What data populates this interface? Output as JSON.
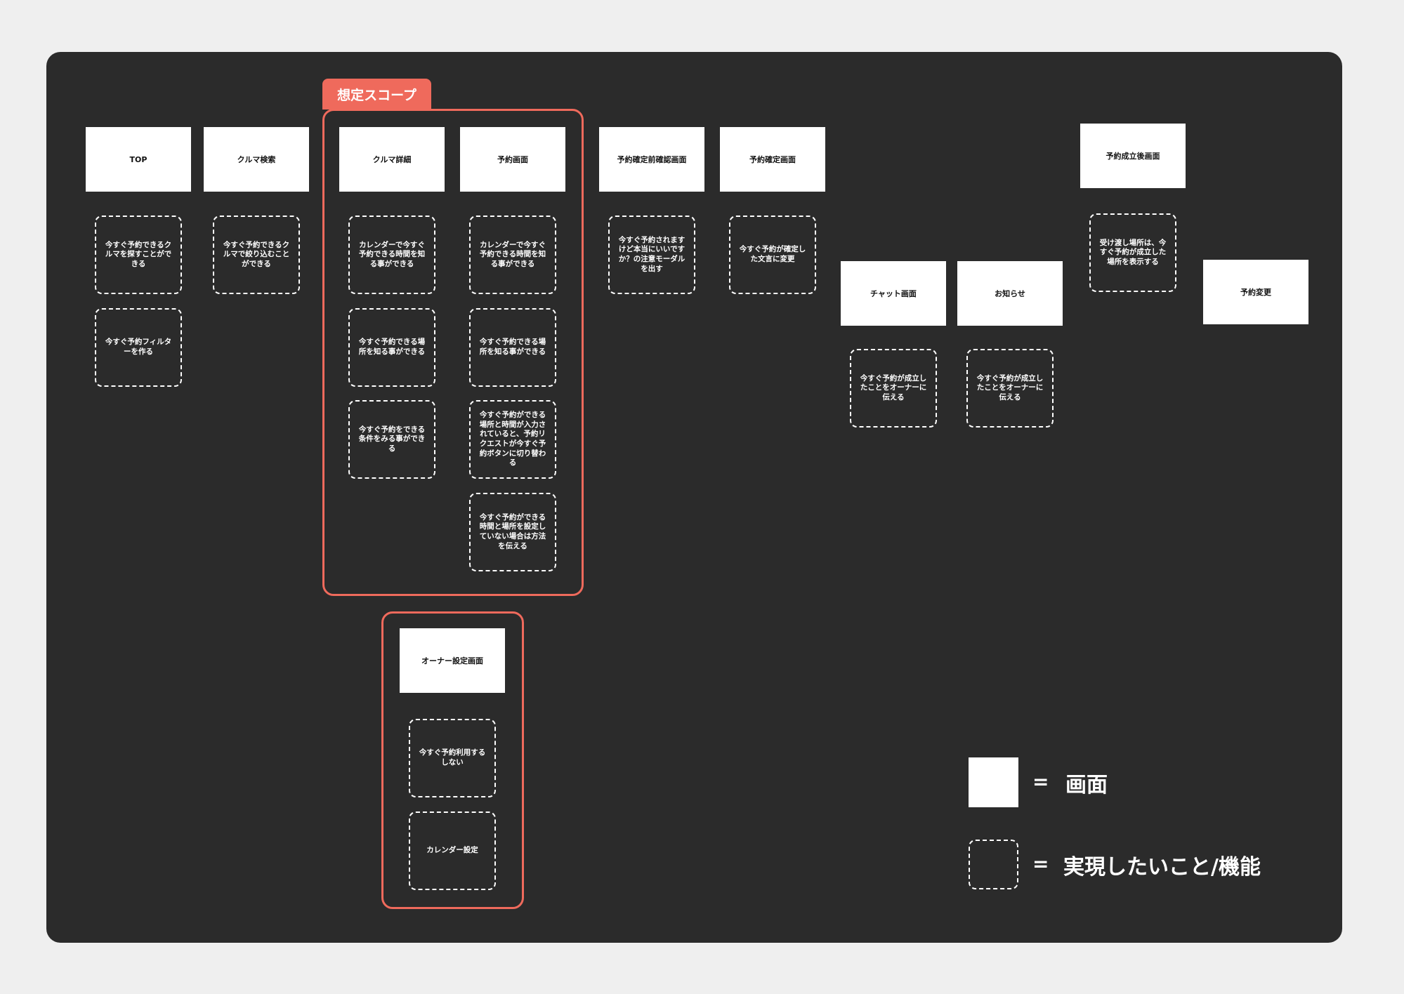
{
  "scope_label": "想定スコープ",
  "screens": {
    "top": "TOP",
    "car_search": "クルマ検索",
    "car_detail": "クルマ詳細",
    "reservation": "予約画面",
    "pre_confirm": "予約確定前確認画面",
    "confirm": "予約確定画面",
    "chat": "チャット画面",
    "notice": "お知らせ",
    "after_success": "予約成立後画面",
    "change": "予約変更",
    "owner_settings": "オーナー設定画面"
  },
  "features": {
    "top_1": "今すぐ予約できるクルマを探すことができる",
    "top_2": "今すぐ予約フィルターを作る",
    "search_1": "今すぐ予約できるクルマで絞り込むことができる",
    "detail_1": "カレンダーで今すぐ予約できる時間を知る事ができる",
    "detail_2": "今すぐ予約できる場所を知る事ができる",
    "detail_3": "今すぐ予約をできる条件をみる事ができる",
    "res_1": "カレンダーで今すぐ予約できる時間を知る事ができる",
    "res_2": "今すぐ予約できる場所を知る事ができる",
    "res_3": "今すぐ予約ができる場所と時間が入力されていると、予約リクエストが今すぐ予約ボタンに切り替わる",
    "res_4": "今すぐ予約ができる時間と場所を設定していない場合は方法を伝える",
    "pre_1": "今すぐ予約されますけど本当にいいですか？の注意モーダルを出す",
    "confirm_1": "今すぐ予約が確定した文言に変更",
    "chat_1": "今すぐ予約が成立したことをオーナーに伝える",
    "notice_1": "今すぐ予約が成立したことをオーナーに伝える",
    "after_1": "受け渡し場所は、今すぐ予約が成立した場所を表示する",
    "owner_1": "今すぐ予約利用するしない",
    "owner_2": "カレンダー設定"
  },
  "legend": {
    "equals": "=",
    "screen_label": "画面",
    "feature_label": "実現したいこと/機能"
  }
}
